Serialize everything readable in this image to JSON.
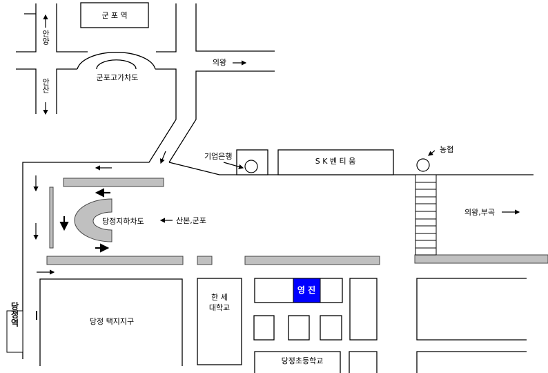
{
  "map": {
    "colors": {
      "highlight": "#0000ff",
      "bars": "#c0c0c0"
    },
    "labels": {
      "gunpo_station": "군 포 역",
      "anyang": "안양",
      "ansan": "안산",
      "gunpo_overpass": "군포고가차도",
      "uiwang": "의왕",
      "ibk_bank": "기업은행",
      "sk_ventium": "S K 벤 티 움",
      "nonghyup": "농협",
      "dangjeong_underpass": "당정지하차도",
      "sanbon_gunpo": "산본,군포",
      "uiwang_bugok": "의왕,부곡",
      "hansei_line1": "한 세",
      "hansei_line2": "대학교",
      "youngjin": "영 진",
      "dangjeong_elementary": "당정초등학교",
      "dangjeong_district": "당정 택지지구",
      "dangjeong_station": "당정역"
    }
  }
}
